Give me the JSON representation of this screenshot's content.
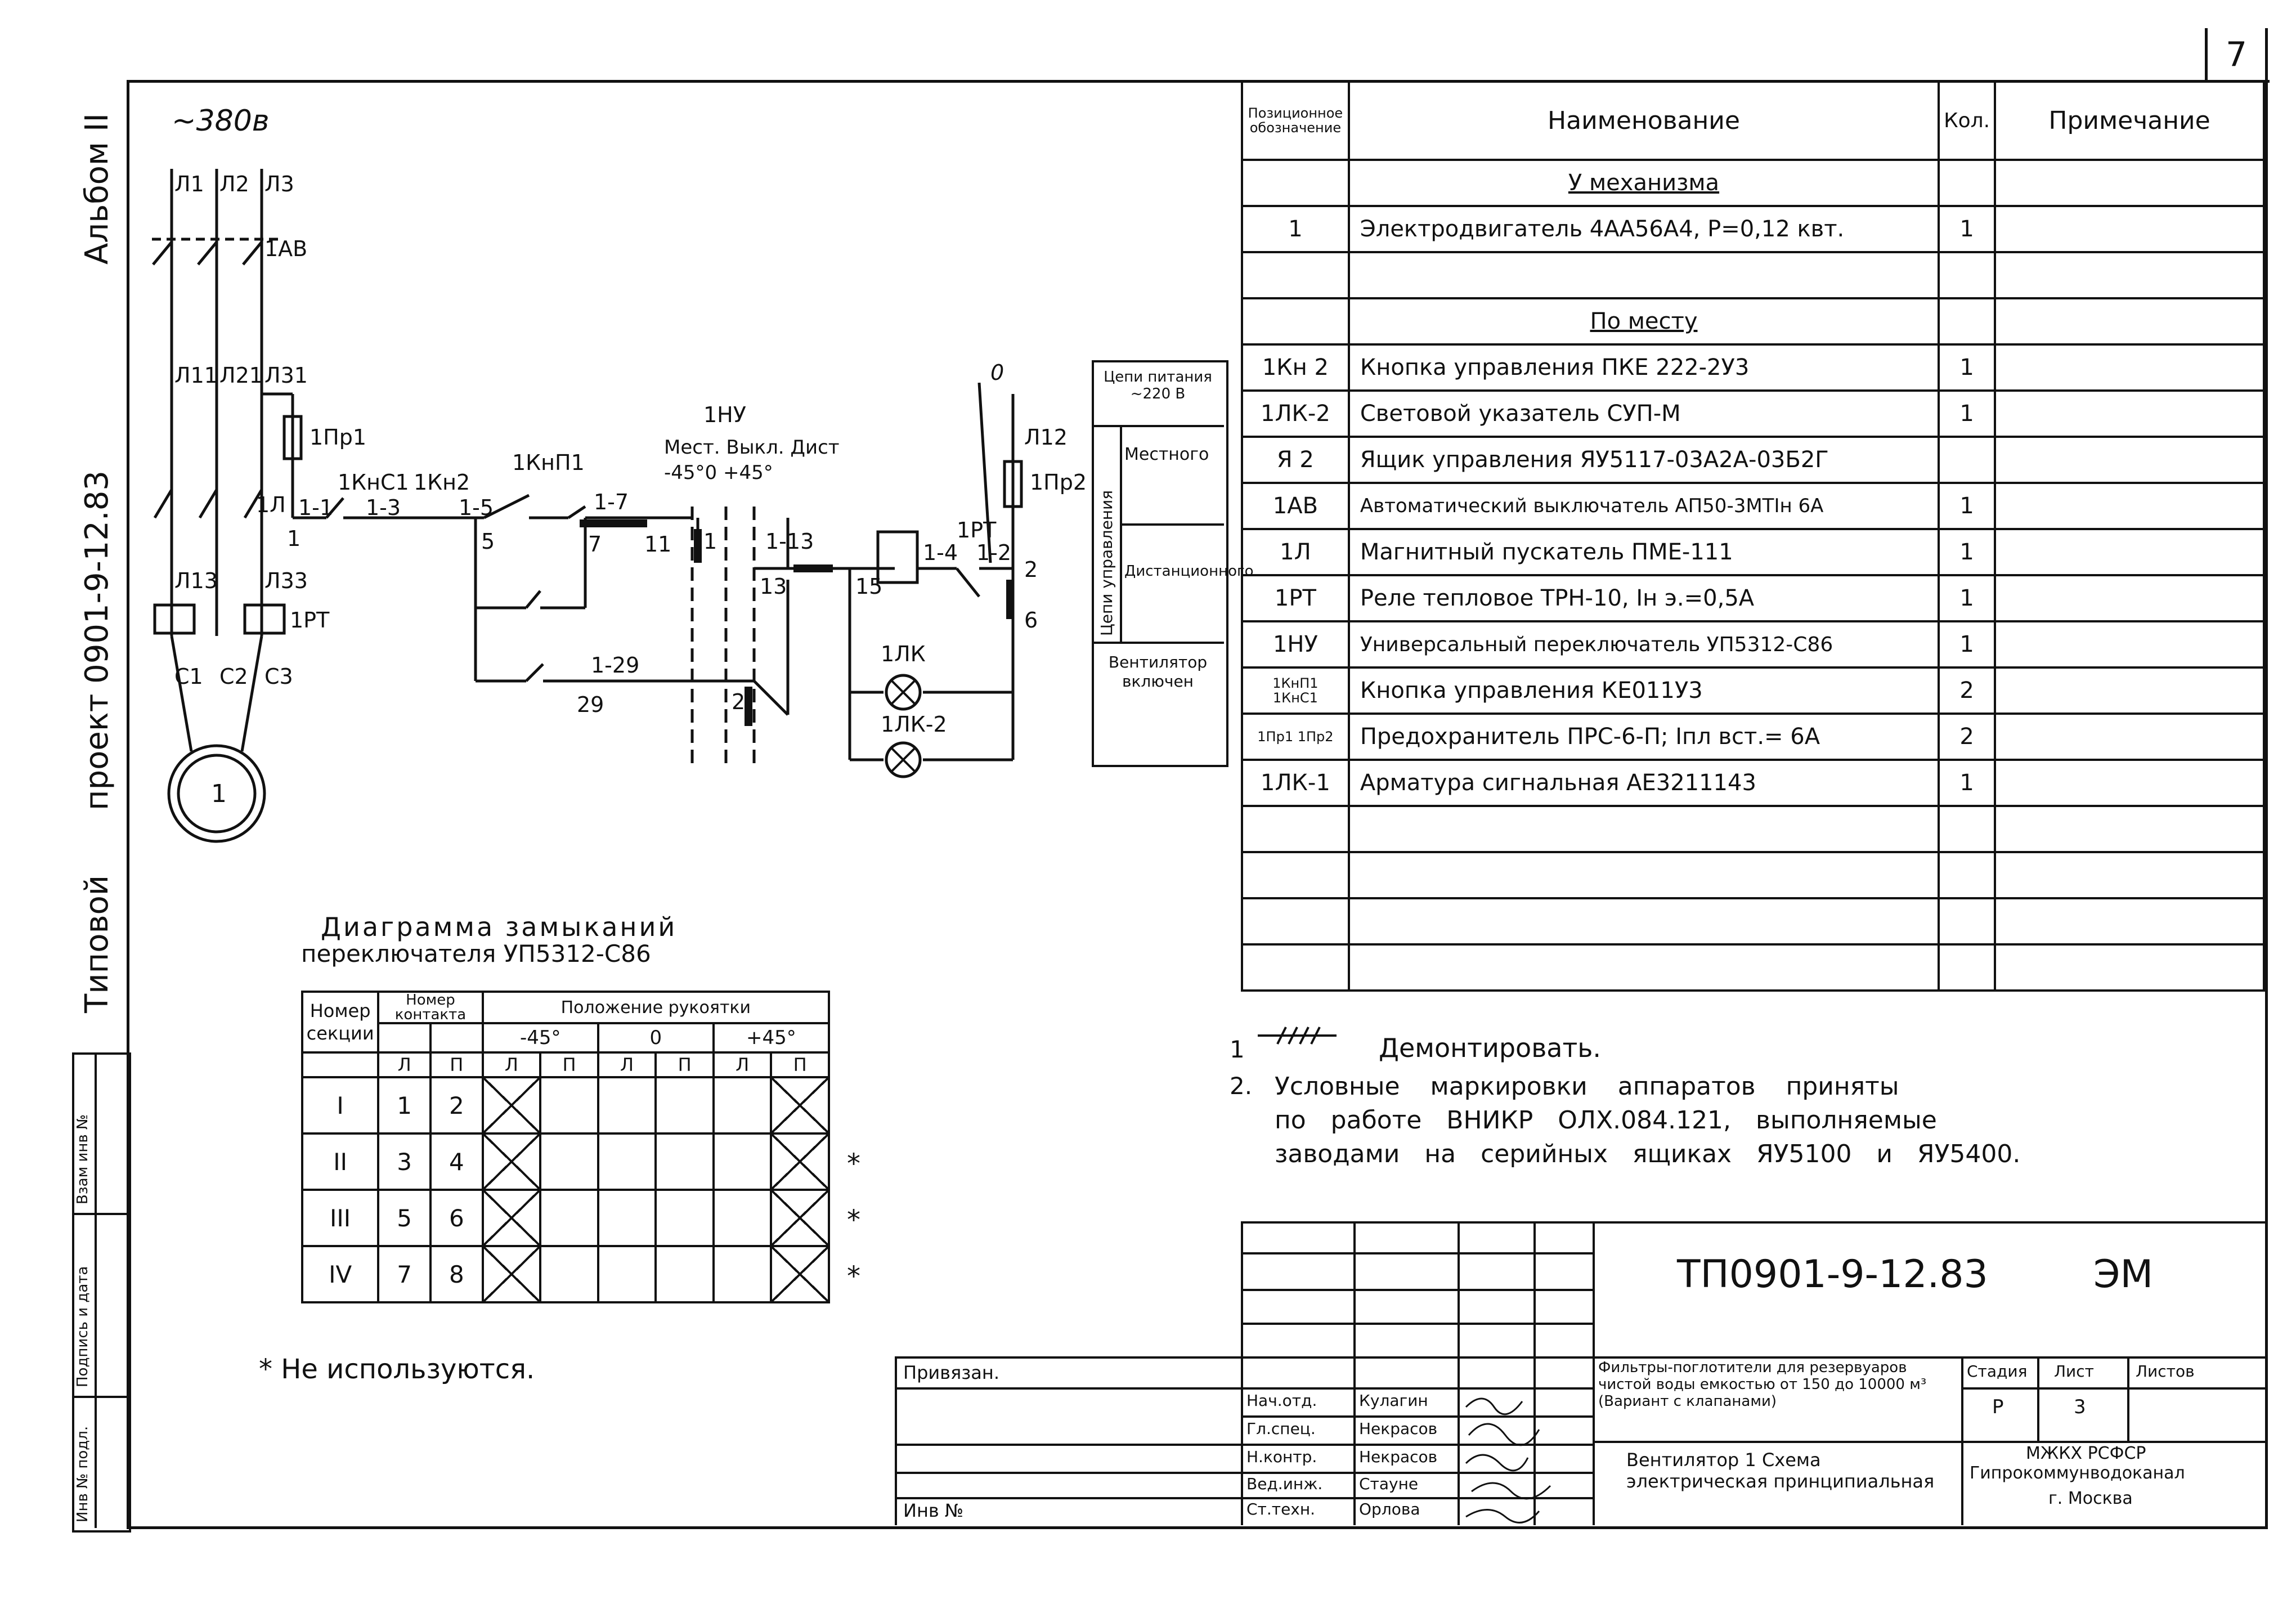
{
  "page_number": "7",
  "side": {
    "album": "Альбом II",
    "project": "проект 0901-9-12.83",
    "typical": "Типовой",
    "stamp_cells": [
      "Взам инв №",
      "Подпись и дата",
      "Инв № подл."
    ]
  },
  "schematic": {
    "voltage": "~380в",
    "phases": [
      "Л1",
      "Л2",
      "Л3"
    ],
    "breaker": "1АВ",
    "line_mid": [
      "Л11",
      "Л21",
      "Л31"
    ],
    "line_low": [
      "Л13",
      "Л33"
    ],
    "motor_terms": [
      "С1",
      "С2",
      "С3"
    ],
    "motor": "1",
    "thermal": "1РТ",
    "fuse1": "1Пр1",
    "fuse2": "1Пр2",
    "l12": "Л12",
    "wire_1": "1",
    "wire_1_1": "1-1",
    "l_contact": "1Л",
    "kns1": "1КнС1",
    "kn2": "1Кн2",
    "knp1": "1КнП1",
    "w13": "1-3",
    "w15": "1-5",
    "w5": "5",
    "w17": "1-7",
    "w7": "7",
    "w11": "11",
    "switch": "1НУ",
    "switch_desc": "Мест. Выкл. Дист",
    "angles": "-45°0 +45°",
    "w113": "1-13",
    "w13b": "13",
    "w15b": "15",
    "w14": "1-4",
    "pt": "1РТ",
    "w12": "1-2",
    "w2": "2",
    "w6": "6",
    "w0": "0",
    "lk": "1ЛК",
    "lk2": "1ЛК-2",
    "w129": "1-29",
    "w29": "29",
    "w2b": "2",
    "contact_1": "1",
    "circuit_header": "Цепи питания ~220 В",
    "circuit_local": "Местного",
    "circuit_remote": "Дистанционного",
    "circuit_ctrl": "Цепи управления",
    "circuit_fan": "Вентилятор включен"
  },
  "spec": {
    "headers": {
      "pos": "Позиционное обозначение",
      "name": "Наименование",
      "qty": "Кол.",
      "note": "Примечание"
    },
    "section1": "У механизма",
    "section2": "По месту",
    "rows1": [
      {
        "pos": "1",
        "name": "Электродвигатель 4АА56А4, Р=0,12 квт.",
        "qty": "1"
      }
    ],
    "rows2": [
      {
        "pos": "1Кн 2",
        "name": "Кнопка управления ПКЕ 222-2У3",
        "qty": "1"
      },
      {
        "pos": "1ЛК-2",
        "name": "Световой указатель СУП-М",
        "qty": "1"
      },
      {
        "pos": "Я 2",
        "name": "Ящик управления ЯУ5117-03А2А-03Б2Г",
        "qty": ""
      },
      {
        "pos": "1АВ",
        "name": "Автоматический выключатель АП50-3МТIн 6А",
        "qty": "1"
      },
      {
        "pos": "1Л",
        "name": "Магнитный пускатель ПМЕ-111",
        "qty": "1"
      },
      {
        "pos": "1РТ",
        "name": "Реле тепловое ТРН-10, Iн э.=0,5А",
        "qty": "1"
      },
      {
        "pos": "1НУ",
        "name": "Универсальный переключатель УП5312-С86",
        "qty": "1"
      },
      {
        "pos": "1КнП1 1КнС1",
        "name": "Кнопка управления КЕ011У3",
        "qty": "2"
      },
      {
        "pos": "1Пр1 1Пр2",
        "name": "Предохранитель ПРС-6-П; Iпл вст.= 6А",
        "qty": "2"
      },
      {
        "pos": "1ЛК-1",
        "name": "Арматура сигнальная АЕ3211143",
        "qty": "1"
      }
    ]
  },
  "diagram": {
    "title1": "Диаграмма замыканий",
    "title2": "переключателя УП5312-С86",
    "h_section": "Номер секции",
    "h_contact": "Номер контакта",
    "h_position": "Положение рукоятки",
    "angles": [
      "-45°",
      "0",
      "+45°"
    ],
    "lp": [
      "Л",
      "П"
    ],
    "rows": [
      {
        "sec": "I",
        "c1": "1",
        "c2": "2",
        "star": ""
      },
      {
        "sec": "II",
        "c1": "3",
        "c2": "4",
        "star": "*"
      },
      {
        "sec": "III",
        "c1": "5",
        "c2": "6",
        "star": "*"
      },
      {
        "sec": "IV",
        "c1": "7",
        "c2": "8",
        "star": "*"
      }
    ],
    "footnote": "* Не используются."
  },
  "notes": {
    "n1_num": "1",
    "n1_text": "Демонтировать.",
    "n2_num": "2.",
    "n2_line1": "Условные маркировки аппаратов приняты",
    "n2_line2": "по работе ВНИКР ОЛХ.084.121, выполняемые",
    "n2_line3": "заводами на серийных ящиках ЯУ5100 и ЯУ5400."
  },
  "titleblock": {
    "code": "ТП0901-9-12.83",
    "mark": "ЭМ",
    "bound": "Привязан.",
    "inv": "Инв №",
    "roles": [
      "Нач.отд.",
      "Гл.спец.",
      "Н.контр.",
      "Вед.инж.",
      "Ст.техн."
    ],
    "names": [
      "Кулагин",
      "Некрасов",
      "Некрасов",
      "Стауне",
      "Орлова"
    ],
    "desc1": "Фильтры-поглотители для резервуаров чистой воды емкостью от 150 до 10000 м³ (Вариант с клапанами)",
    "stage_h": "Стадия",
    "sheet_h": "Лист",
    "sheets_h": "Листов",
    "stage": "Р",
    "sheet": "3",
    "desc2": "Вентилятор 1 Схема электрическая принципиальная",
    "org1": "МЖКХ РСФСР",
    "org2": "Гипрокоммунводоканал",
    "org3": "г. Москва"
  }
}
